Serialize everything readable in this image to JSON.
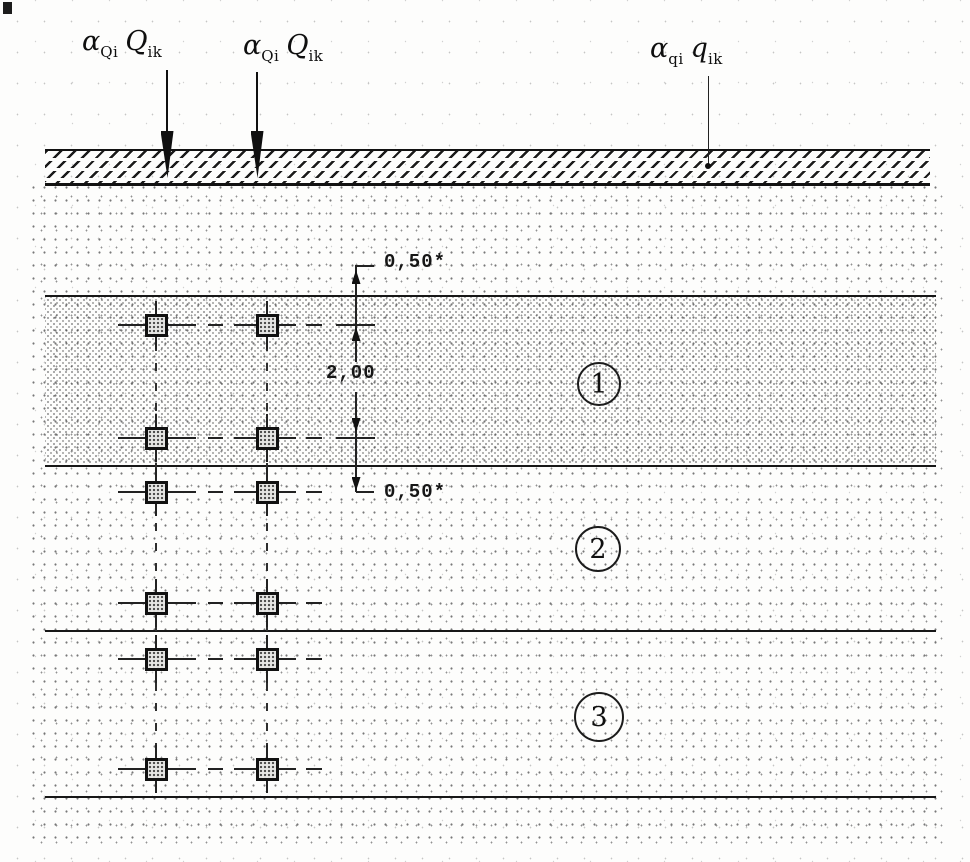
{
  "loads": {
    "tandem_label_1": {
      "alpha": "α",
      "alpha_sub": "Qi",
      "symbol": "Q",
      "symbol_sub": "ik"
    },
    "tandem_label_2": {
      "alpha": "α",
      "alpha_sub": "Qi",
      "symbol": "Q",
      "symbol_sub": "ik"
    },
    "udl_label": {
      "alpha": "α",
      "alpha_sub": "qi",
      "symbol": "q",
      "symbol_sub": "ik"
    }
  },
  "dimensions": {
    "top": "0,50*",
    "middle": "2,00",
    "bottom": "0,50*"
  },
  "lanes": [
    {
      "number": "1"
    },
    {
      "number": "2"
    },
    {
      "number": "3"
    }
  ],
  "colors": {
    "ink": "#141414",
    "paper": "#fdfdfc"
  }
}
